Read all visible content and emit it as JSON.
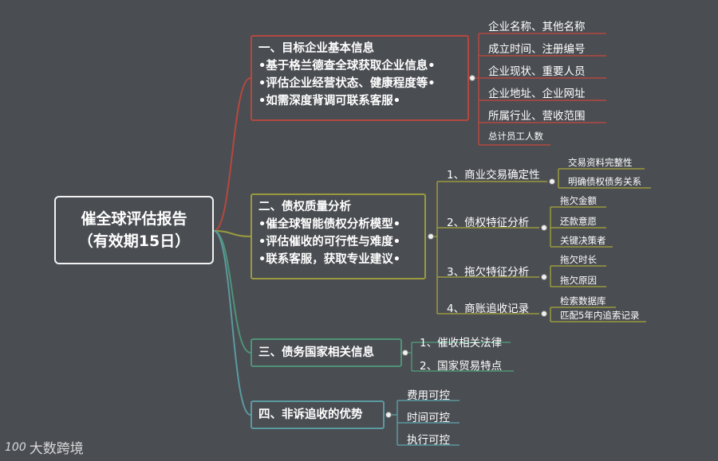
{
  "root": {
    "line1": "催全球评估报告",
    "line2": "（有效期15日）"
  },
  "branches": [
    {
      "lines": [
        "一、目标企业基本信息",
        "•基于格兰德查全球获取企业信息•",
        "•评估企业经营状态、健康程度等•",
        "•如需深度背调可联系客服•"
      ],
      "color": "#b5483f",
      "leaves": [
        "企业名称、其他名称",
        "成立时间、注册编号",
        "企业现状、重要人员",
        "企业地址、企业网址",
        "所属行业、营收范围",
        "总计员工人数"
      ]
    },
    {
      "lines": [
        "二、债权质量分析",
        "•催全球智能债权分析模型•",
        "•评估催收的可行性与难度•",
        "•联系客服，获取专业建议•"
      ],
      "color": "#9a9a3e",
      "subs": [
        {
          "label": "1、商业交易确定性",
          "leaves": [
            "交易资料完整性",
            "明确债权债务关系"
          ]
        },
        {
          "label": "2、债权特征分析",
          "leaves": [
            "拖欠金额",
            "还款意愿",
            "关键决策者"
          ]
        },
        {
          "label": "3、拖欠特征分析",
          "leaves": [
            "拖欠时长",
            "拖欠原因"
          ]
        },
        {
          "label": "4、商账追收记录",
          "leaves": [
            "检索数据库",
            "匹配5年内追索记录"
          ]
        }
      ]
    },
    {
      "lines": [
        "三、债务国家相关信息"
      ],
      "color": "#4f9476",
      "leaves": [
        "1、催收相关法律",
        "2、国家贸易特点"
      ]
    },
    {
      "lines": [
        "四、非诉追收的优势"
      ],
      "color": "#5a9aa0",
      "leaves": [
        "费用可控",
        "时间可控",
        "执行可控"
      ]
    }
  ],
  "watermark": {
    "logo": "100",
    "text": "大数跨境"
  }
}
